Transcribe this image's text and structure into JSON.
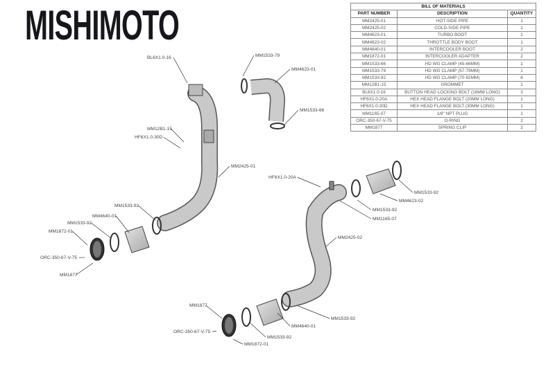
{
  "brand": {
    "logo": "MISHIMOTO"
  },
  "bom": {
    "title": "BILL OF MATERIALS",
    "headers": [
      "PART NUMBER",
      "DESCRIPTION",
      "QUANTITY"
    ],
    "rows": [
      [
        "MM2425-01",
        "HOT-SIDE PIPE",
        "1"
      ],
      [
        "MM2425-02",
        "COLD-SIDE PIPE",
        "1"
      ],
      [
        "MM4623-01",
        "TURBO BOOT",
        "1"
      ],
      [
        "MM4623-02",
        "THROTTLE BODY BOOT",
        "1"
      ],
      [
        "MM4640-01",
        "INTERCOOLER BOOT",
        "2"
      ],
      [
        "MM1872-01",
        "INTERCOOLER ADAPTER",
        "2"
      ],
      [
        "MM1533-66",
        "HD WG CLAMP (45-66MM)",
        "1"
      ],
      [
        "MM1533-79",
        "HD WG CLAMP (57-79MM)",
        "1"
      ],
      [
        "MM1533-92",
        "HD WG CLAMP (70-92MM)",
        "6"
      ],
      [
        "MM12B1-15",
        "GROMMET",
        "1"
      ],
      [
        "BL6X1.0-16",
        "BUTTON HEAD LOCKING BOLT (16MM LONG)",
        "3"
      ],
      [
        "HF6X1.0-20A",
        "HEX HEAD FLANGE BOLT (20MM LONG)",
        "1"
      ],
      [
        "HF6X1.0-30D",
        "HEX HEAD FLANGE BOLT (30MM LONG)",
        "1"
      ],
      [
        "MM1165-07",
        "1/8\" NPT PLUG",
        "1"
      ],
      [
        "ORC-350-67-V-75",
        "O-RING",
        "2"
      ],
      [
        "MM1877",
        "SPRING CLIP",
        "2"
      ]
    ]
  },
  "callouts": [
    {
      "text": "BL6X1.0-16"
    },
    {
      "text": "MM1533-79"
    },
    {
      "text": "MM4623-01"
    },
    {
      "text": "MM1533-66"
    },
    {
      "text": "MM12B1-15"
    },
    {
      "text": "HF6X1.0-30D"
    },
    {
      "text": "MM2425-01"
    },
    {
      "text": "MM1533-92"
    },
    {
      "text": "MM4640-01"
    },
    {
      "text": "MM1533-92"
    },
    {
      "text": "MM1872-01"
    },
    {
      "text": "ORC-350-67-V-75"
    },
    {
      "text": "MM1877"
    },
    {
      "text": "HF6X1.0-20A"
    },
    {
      "text": "MM1533-92"
    },
    {
      "text": "MM4623-02"
    },
    {
      "text": "MM1533-92"
    },
    {
      "text": "MM1165-07"
    },
    {
      "text": "MM2425-02"
    },
    {
      "text": "MM1877"
    },
    {
      "text": "MM1533-92"
    },
    {
      "text": "MM4640-01"
    },
    {
      "text": "ORC-350-67-V-75"
    },
    {
      "text": "MM1533-92"
    },
    {
      "text": "MM1872-01"
    }
  ]
}
